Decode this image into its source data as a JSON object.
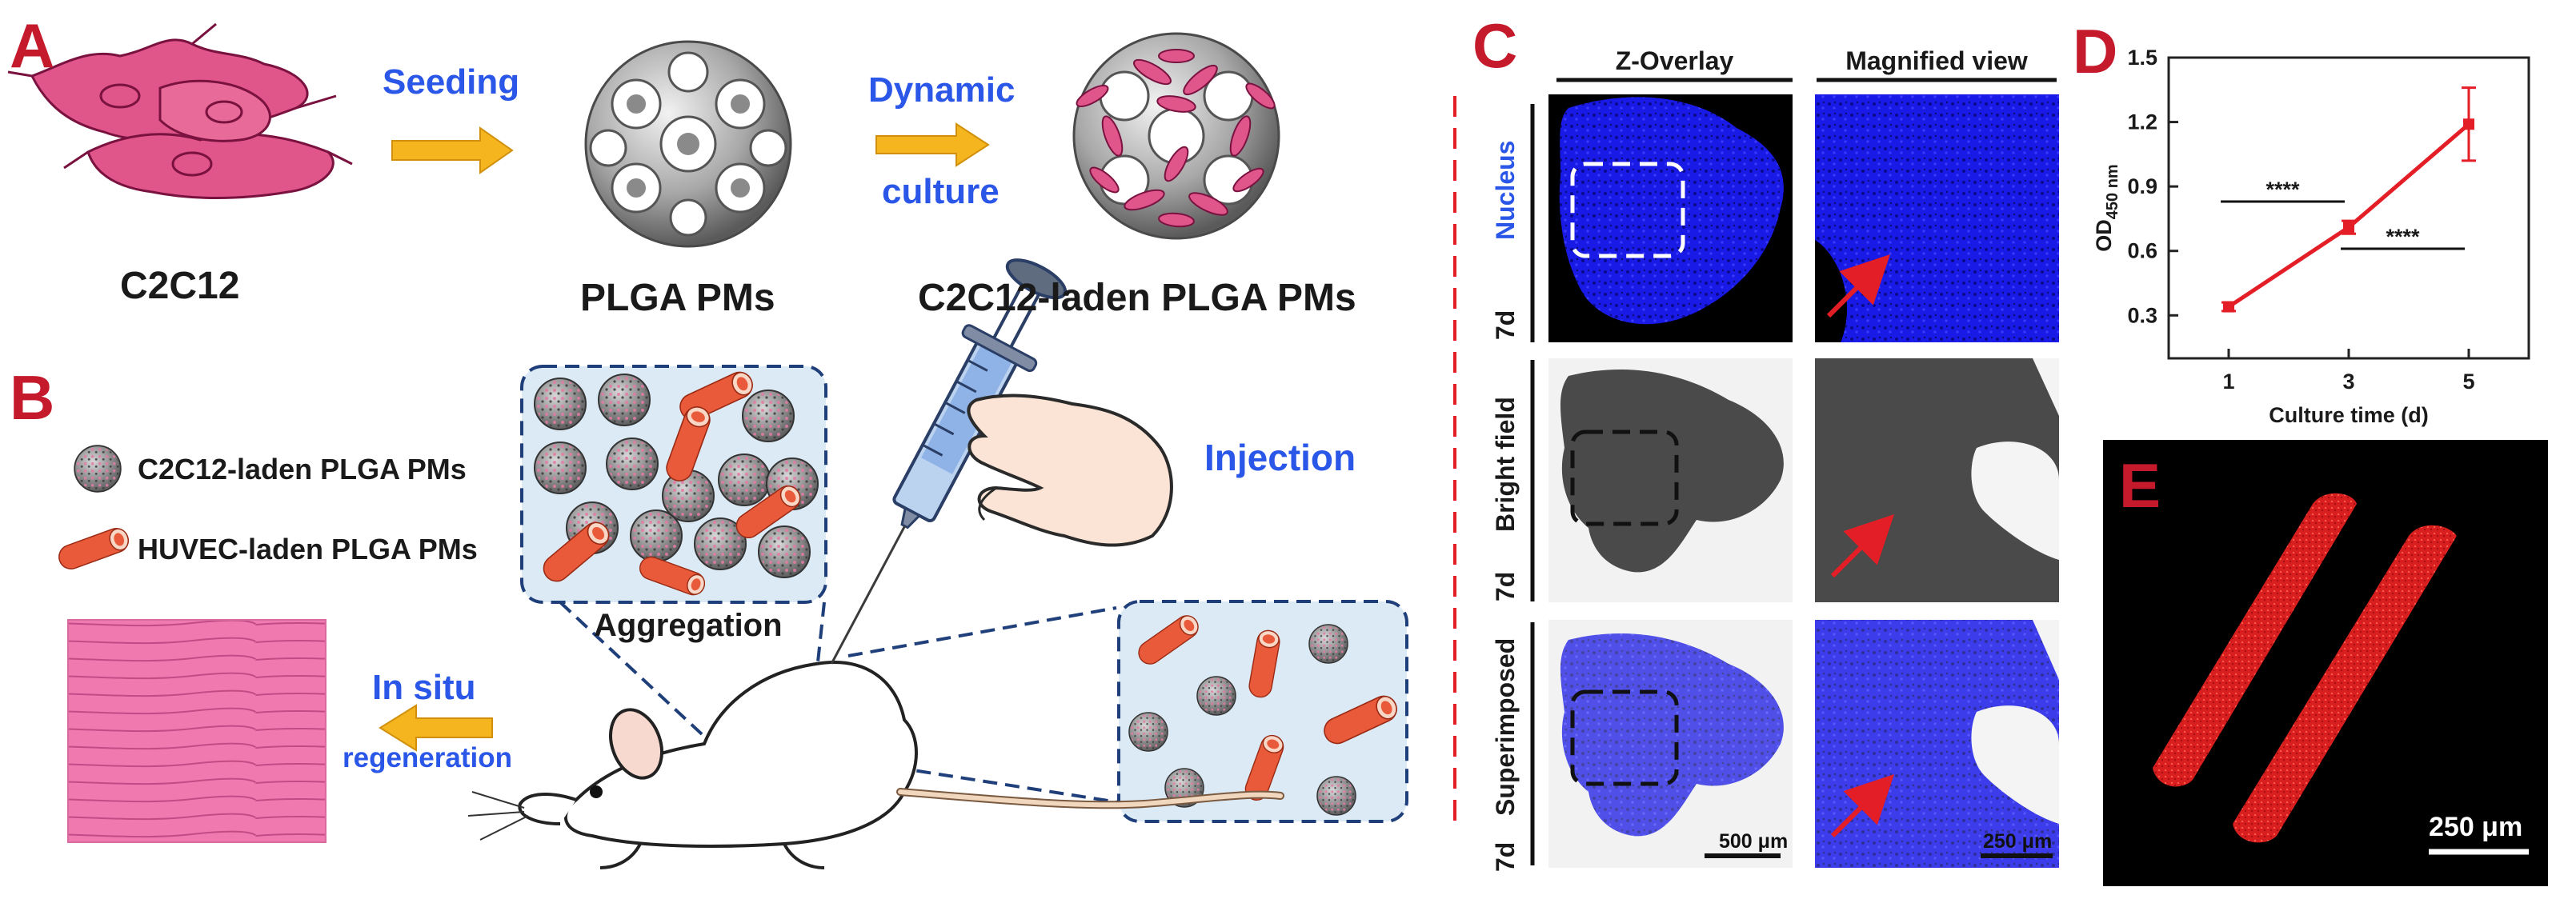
{
  "panels": {
    "a": {
      "letter": "A",
      "cell_label": "C2C12",
      "step1": "Seeding",
      "scaffold_label": "PLGA PMs",
      "step2_line1": "Dynamic",
      "step2_line2": "culture",
      "result_label": "C2C12-laden PLGA PMs"
    },
    "b": {
      "letter": "B",
      "legend_c2c12": "C2C12-laden PLGA PMs",
      "legend_huvec": "HUVEC-laden PLGA PMs",
      "aggregation": "Aggregation",
      "injection": "Injection",
      "insitu_line1": "In situ",
      "insitu_line2": "regeneration"
    },
    "c": {
      "letter": "C",
      "col1": "Z-Overlay",
      "col2": "Magnified view",
      "rows": [
        {
          "label": "Nucleus",
          "day": "7d",
          "color": "#2b57e8"
        },
        {
          "label": "Bright field",
          "day": "7d",
          "color": "#1a1a1a"
        },
        {
          "label": "Superimposed",
          "day": "7d",
          "color": "#1a1a1a"
        }
      ],
      "scale_left": "500 μm",
      "scale_right": "250 μm"
    },
    "d": {
      "letter": "D",
      "significance": [
        "****",
        "****"
      ]
    },
    "e": {
      "letter": "E",
      "scale": "250 μm"
    }
  },
  "colors": {
    "panel_letter": "#c41a2b",
    "accent_blue": "#2b57e8",
    "arrow_yellow": "#f5b51e",
    "cell_pink": "#e0558a",
    "vessel_red": "#e85a3a",
    "line_red": "#e41e26",
    "nucleus_blue": "#1a1ae6"
  },
  "chart_data": {
    "type": "line",
    "x": [
      1,
      3,
      5
    ],
    "series": [
      {
        "values": [
          0.34,
          0.71,
          1.19
        ],
        "error": [
          0.02,
          0.03,
          0.17
        ]
      }
    ],
    "xlabel": "Culture time (d)",
    "ylabel_main": "OD",
    "ylabel_sub": "450 nm",
    "xticks": [
      1,
      3,
      5
    ],
    "yticks": [
      "0.3",
      "0.6",
      "0.9",
      "1.2",
      "1.5"
    ],
    "xlim": [
      0,
      6
    ],
    "ylim": [
      0.1,
      1.5
    ],
    "significance": [
      {
        "x1": 1,
        "x2": 3,
        "y": 0.83,
        "label": "****"
      },
      {
        "x1": 3,
        "x2": 5,
        "y": 0.61,
        "label": "****"
      }
    ]
  }
}
